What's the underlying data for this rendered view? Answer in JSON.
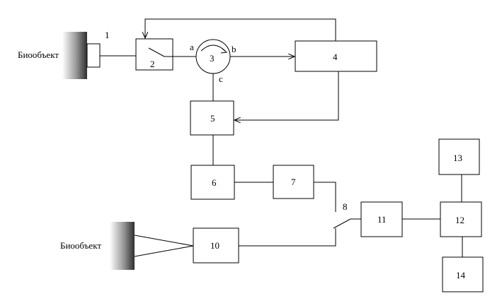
{
  "biobject_top": "Биообъект",
  "biobject_bottom": "Биообъект",
  "labels": {
    "n1": "1",
    "n2": "2",
    "n3": "3",
    "n4": "4",
    "n5": "5",
    "n6": "6",
    "n7": "7",
    "n8": "8",
    "n10": "10",
    "n11": "11",
    "n12": "12",
    "n13": "13",
    "n14": "14",
    "port_a": "a",
    "port_b": "b",
    "port_c": "c"
  },
  "colors": {
    "line": "#000000",
    "background": "#ffffff",
    "biobject_dark": "#3a3a3a"
  }
}
